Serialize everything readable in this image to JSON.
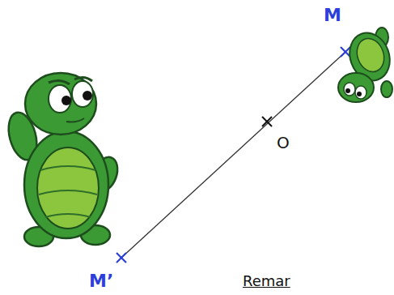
{
  "diagram": {
    "labels": [
      "M",
      "O",
      "M’",
      "Remar"
    ]
  }
}
